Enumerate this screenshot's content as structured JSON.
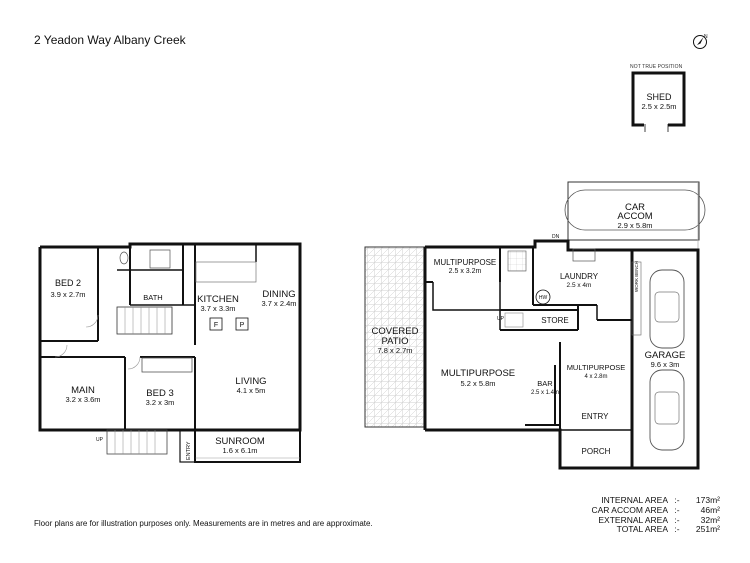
{
  "header": {
    "address": "2 Yeadon Way Albany Creek"
  },
  "footer": {
    "disclaimer": "Floor plans are for illustration purposes only. Measurements are in metres and are approximate."
  },
  "shed": {
    "note": "NOT TRUE POSITION",
    "name": "SHED",
    "size": "2.5 x 2.5m"
  },
  "rooms_left": [
    {
      "name": "BED 2",
      "size": "3.9 x 2.7m"
    },
    {
      "name": "BATH",
      "size": ""
    },
    {
      "name": "KITCHEN",
      "size": "3.7 x 3.3m"
    },
    {
      "name": "DINING",
      "size": "3.7 x 2.4m"
    },
    {
      "name": "MAIN",
      "size": "3.2 x 3.6m"
    },
    {
      "name": "BED 3",
      "size": "3.2 x 3m"
    },
    {
      "name": "LIVING",
      "size": "4.1 x 5m"
    },
    {
      "name": "SUNROOM",
      "size": "1.6 x 6.1m"
    },
    {
      "name": "ENTRY",
      "size": ""
    }
  ],
  "rooms_right": [
    {
      "name": "COVERED",
      "name2": "PATIO",
      "size": "7.8 x 2.7m"
    },
    {
      "name": "MULTIPURPOSE",
      "size": "2.5 x 3.2m"
    },
    {
      "name": "LAUNDRY",
      "size": "2.5 x 4m"
    },
    {
      "name": "CAR",
      "name2": "ACCOM",
      "size": "2.9 x 5.8m"
    },
    {
      "name": "MULTIPURPOSE",
      "size": "5.2 x 5.8m"
    },
    {
      "name": "STORE",
      "size": ""
    },
    {
      "name": "BAR",
      "size": "2.5 x 1.4m"
    },
    {
      "name": "MULTIPURPOSE",
      "size": "4 x 2.8m"
    },
    {
      "name": "GARAGE",
      "size": "9.6 x 3m"
    },
    {
      "name": "ENTRY",
      "size": ""
    },
    {
      "name": "PORCH",
      "size": ""
    }
  ],
  "labels": {
    "fixture_f": "F",
    "fixture_p": "P",
    "up": "UP",
    "dn": "DN",
    "hw": "HW",
    "work_bench": "WORK BENCH"
  },
  "area_summary": [
    {
      "label": "INTERNAL AREA",
      "sep": ":-",
      "value": "173m²"
    },
    {
      "label": "CAR ACCOM AREA",
      "sep": ":-",
      "value": "46m²"
    },
    {
      "label": "EXTERNAL AREA",
      "sep": ":-",
      "value": "32m²"
    },
    {
      "label": "TOTAL AREA",
      "sep": ":-",
      "value": "251m²"
    }
  ],
  "compass": {
    "icon": "north-arrow-icon",
    "letter": "N"
  }
}
